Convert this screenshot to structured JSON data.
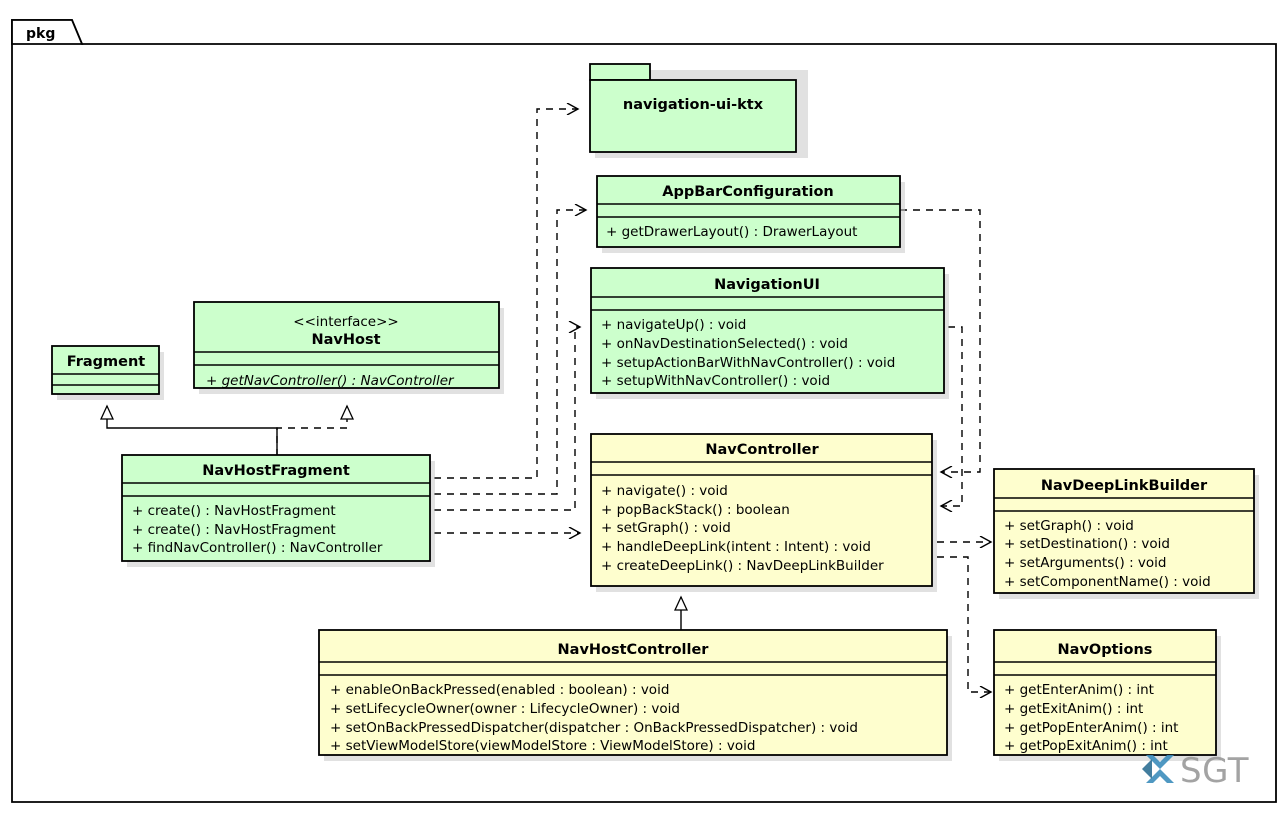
{
  "package": {
    "label": "pkg"
  },
  "colors": {
    "green_fill": "#CCFFCC",
    "yellow_fill": "#FEFECE",
    "border": "#000000",
    "shadow": "#C8C8C8",
    "frame": "#000000",
    "watermark_mark": "#3C8DBC",
    "watermark_text": "#9A9A9A"
  },
  "watermark": {
    "text": "SGT"
  },
  "nodes": {
    "navigation_ui_ktx": {
      "name": "navigation-ui-ktx",
      "kind": "package",
      "fill": "#CCFFCC"
    },
    "app_bar_configuration": {
      "name": "AppBarConfiguration",
      "kind": "class",
      "fill": "#CCFFCC",
      "fields": [],
      "methods": [
        "+ getDrawerLayout() : DrawerLayout"
      ]
    },
    "navigation_ui": {
      "name": "NavigationUI",
      "kind": "class",
      "fill": "#CCFFCC",
      "fields": [],
      "methods": [
        "+ navigateUp() : void",
        "+ onNavDestinationSelected() : void",
        "+ setupActionBarWithNavController() : void",
        "+ setupWithNavController() : void"
      ]
    },
    "fragment": {
      "name": "Fragment",
      "kind": "class",
      "fill": "#CCFFCC",
      "fields": [],
      "methods": []
    },
    "nav_host": {
      "name": "NavHost",
      "stereotype": "<<interface>>",
      "kind": "interface",
      "fill": "#CCFFCC",
      "fields": [],
      "methods": [
        "+ getNavController() : NavController"
      ]
    },
    "nav_host_fragment": {
      "name": "NavHostFragment",
      "kind": "class",
      "fill": "#CCFFCC",
      "fields": [],
      "methods": [
        "+ create() : NavHostFragment",
        "+ create() : NavHostFragment",
        "+ findNavController() : NavController"
      ]
    },
    "nav_controller": {
      "name": "NavController",
      "kind": "class",
      "fill": "#FEFECE",
      "fields": [],
      "methods": [
        "+ navigate() : void",
        "+ popBackStack() : boolean",
        "+ setGraph() : void",
        "+ handleDeepLink(intent : Intent) : void",
        "+ createDeepLink() : NavDeepLinkBuilder"
      ]
    },
    "nav_deep_link_builder": {
      "name": "NavDeepLinkBuilder",
      "kind": "class",
      "fill": "#FEFECE",
      "fields": [],
      "methods": [
        "+ setGraph() : void",
        "+ setDestination() : void",
        "+ setArguments() : void",
        "+ setComponentName() : void"
      ]
    },
    "nav_host_controller": {
      "name": "NavHostController",
      "kind": "class",
      "fill": "#FEFECE",
      "fields": [],
      "methods": [
        "+ enableOnBackPressed(enabled : boolean) : void",
        "+ setLifecycleOwner(owner : LifecycleOwner) : void",
        "+ setOnBackPressedDispatcher(dispatcher : OnBackPressedDispatcher) : void",
        "+ setViewModelStore(viewModelStore : ViewModelStore) : void"
      ]
    },
    "nav_options": {
      "name": "NavOptions",
      "kind": "class",
      "fill": "#FEFECE",
      "fields": [],
      "methods": [
        "+ getEnterAnim() : int",
        "+ getExitAnim() : int",
        "+ getPopEnterAnim() : int",
        "+ getPopExitAnim() : int"
      ]
    }
  },
  "relations": [
    {
      "from": "nav_host_fragment",
      "to": "fragment",
      "type": "inheritance"
    },
    {
      "from": "nav_host_fragment",
      "to": "nav_host",
      "type": "realization"
    },
    {
      "from": "nav_host_fragment",
      "to": "navigation_ui_ktx",
      "type": "dependency"
    },
    {
      "from": "nav_host_fragment",
      "to": "app_bar_configuration",
      "type": "dependency"
    },
    {
      "from": "nav_host_fragment",
      "to": "navigation_ui",
      "type": "dependency"
    },
    {
      "from": "nav_host_fragment",
      "to": "nav_controller",
      "type": "dependency"
    },
    {
      "from": "app_bar_configuration",
      "to": "nav_controller",
      "type": "dependency"
    },
    {
      "from": "navigation_ui",
      "to": "nav_controller",
      "type": "dependency"
    },
    {
      "from": "nav_controller",
      "to": "nav_deep_link_builder",
      "type": "dependency"
    },
    {
      "from": "nav_controller",
      "to": "nav_options",
      "type": "dependency"
    },
    {
      "from": "nav_host_controller",
      "to": "nav_controller",
      "type": "inheritance"
    }
  ]
}
